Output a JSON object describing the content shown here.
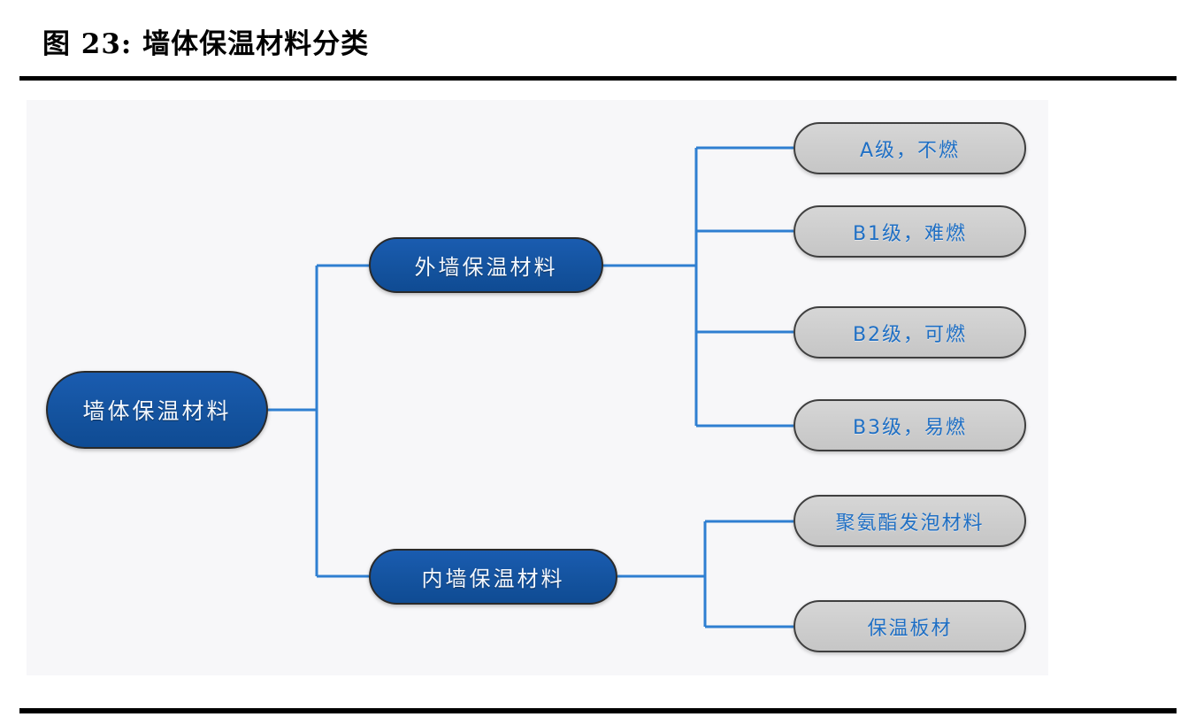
{
  "figure": {
    "title": "图  23: 墙体保温材料分类"
  },
  "diagram": {
    "root": {
      "label": "墙体保温材料"
    },
    "branches": [
      {
        "label": "外墙保温材料",
        "children": [
          {
            "label": "A级，不燃"
          },
          {
            "label": "B1级，难燃"
          },
          {
            "label": "B2级，可燃"
          },
          {
            "label": "B3级，易燃"
          }
        ]
      },
      {
        "label": "内墙保温材料",
        "children": [
          {
            "label": "聚氨酯发泡材料"
          },
          {
            "label": "保温板材"
          }
        ]
      }
    ]
  },
  "colors": {
    "node_blue": "#14539f",
    "node_blue_text": "#f3f8ff",
    "node_gray": "#cccccc",
    "node_gray_text": "#1f6fc4",
    "node_border": "#3f3f3f",
    "connector_line": "#2f7fd1",
    "panel_background": "#f7f7f9",
    "rule": "#000000",
    "page_background": "#ffffff"
  },
  "chart_data": {
    "type": "tree",
    "title": "图  23: 墙体保温材料分类",
    "nodes": [
      {
        "id": "root",
        "label": "墙体保温材料",
        "level": 0,
        "style": "blue"
      },
      {
        "id": "exterior",
        "label": "外墙保温材料",
        "level": 1,
        "style": "blue",
        "parent": "root"
      },
      {
        "id": "interior",
        "label": "内墙保温材料",
        "level": 1,
        "style": "blue",
        "parent": "root"
      },
      {
        "id": "grade-a",
        "label": "A级，不燃",
        "level": 2,
        "style": "gray",
        "parent": "exterior"
      },
      {
        "id": "grade-b1",
        "label": "B1级，难燃",
        "level": 2,
        "style": "gray",
        "parent": "exterior"
      },
      {
        "id": "grade-b2",
        "label": "B2级，可燃",
        "level": 2,
        "style": "gray",
        "parent": "exterior"
      },
      {
        "id": "grade-b3",
        "label": "B3级，易燃",
        "level": 2,
        "style": "gray",
        "parent": "exterior"
      },
      {
        "id": "pu-foam",
        "label": "聚氨酯发泡材料",
        "level": 2,
        "style": "gray",
        "parent": "interior"
      },
      {
        "id": "board",
        "label": "保温板材",
        "level": 2,
        "style": "gray",
        "parent": "interior"
      }
    ]
  }
}
